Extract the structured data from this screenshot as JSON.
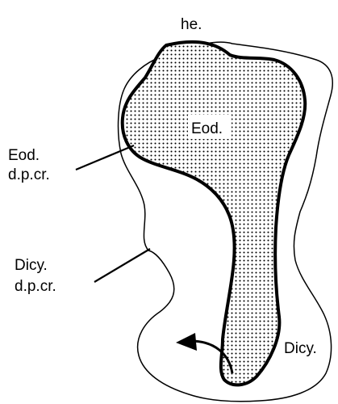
{
  "labels": {
    "top": "he.",
    "inner_bone": "Eod.",
    "eod_crest_line1": "Eod.",
    "eod_crest_line2": "d.p.cr.",
    "dicy_crest_line1": "Dicy.",
    "dicy_crest_line2": "d.p.cr.",
    "outer_bone": "Dicy."
  },
  "colors": {
    "ink": "#000000",
    "paper": "#ffffff"
  }
}
